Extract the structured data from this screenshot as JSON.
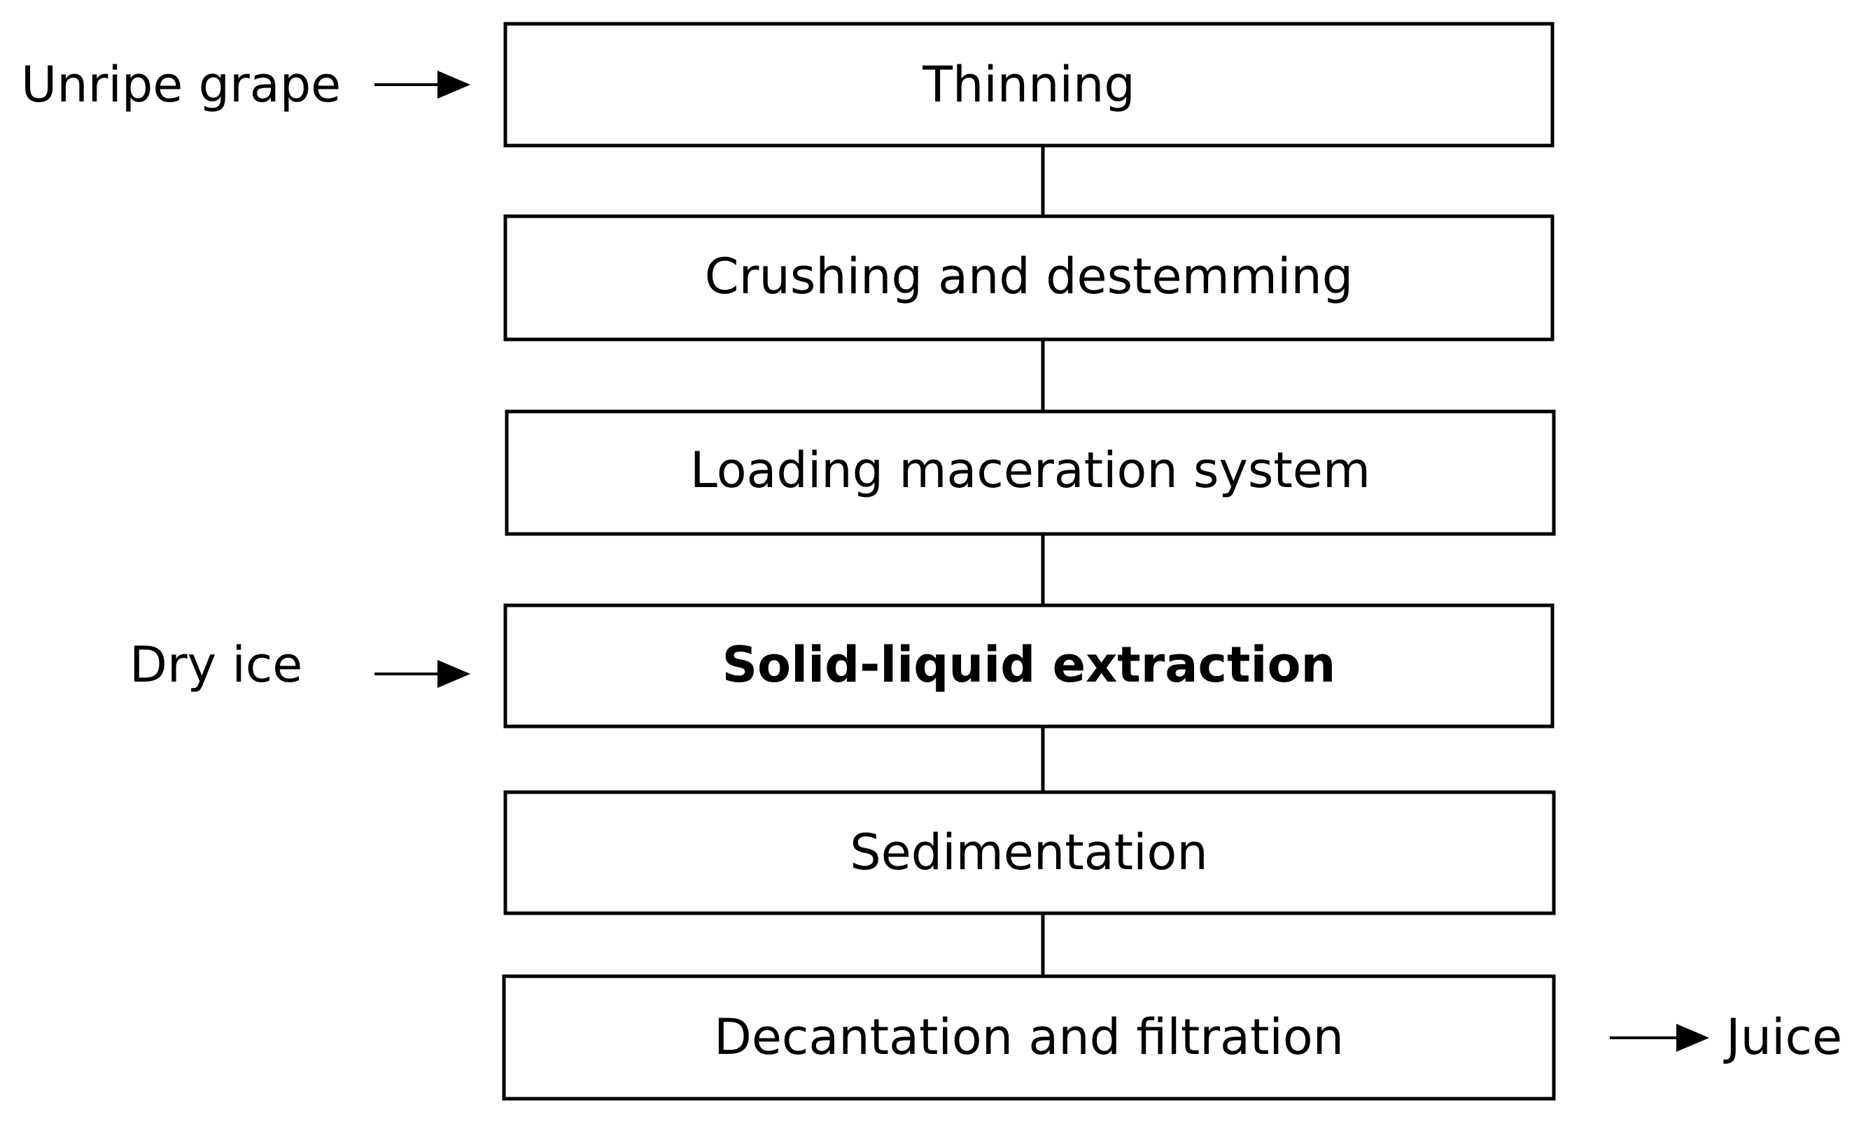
{
  "steps": [
    {
      "label": "Thinning",
      "bold": false
    },
    {
      "label": "Crushing and destemming",
      "bold": false
    },
    {
      "label": "Loading maceration system",
      "bold": false
    },
    {
      "label": "Solid-liquid extraction",
      "bold": true
    },
    {
      "label": "Sedimentation",
      "bold": false
    },
    {
      "label": "Decantation and filtration",
      "bold": false
    }
  ],
  "inputs": [
    {
      "label": "Unripe grape",
      "target_step": 0
    },
    {
      "label": "Dry ice",
      "target_step": 3
    }
  ],
  "output": {
    "label": "Juice",
    "source_step": 5
  }
}
